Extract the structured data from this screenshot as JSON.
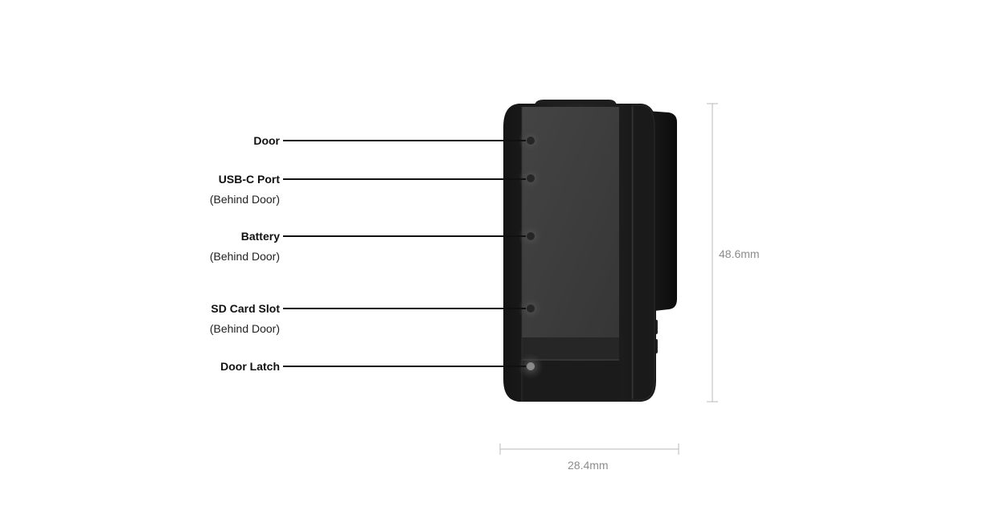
{
  "callouts": [
    {
      "label": "Door",
      "sub": ""
    },
    {
      "label": "USB-C Port",
      "sub": "(Behind Door)"
    },
    {
      "label": "Battery",
      "sub": "(Behind Door)"
    },
    {
      "label": "SD Card Slot",
      "sub": "(Behind Door)"
    },
    {
      "label": "Door Latch",
      "sub": ""
    }
  ],
  "dimensions": {
    "height": "48.6mm",
    "width": "28.4mm"
  },
  "colors": {
    "body": "#1c1c1c",
    "door_panel": "#3a3a3a",
    "leader": "#111111",
    "dimension": "#9a9a9a"
  }
}
